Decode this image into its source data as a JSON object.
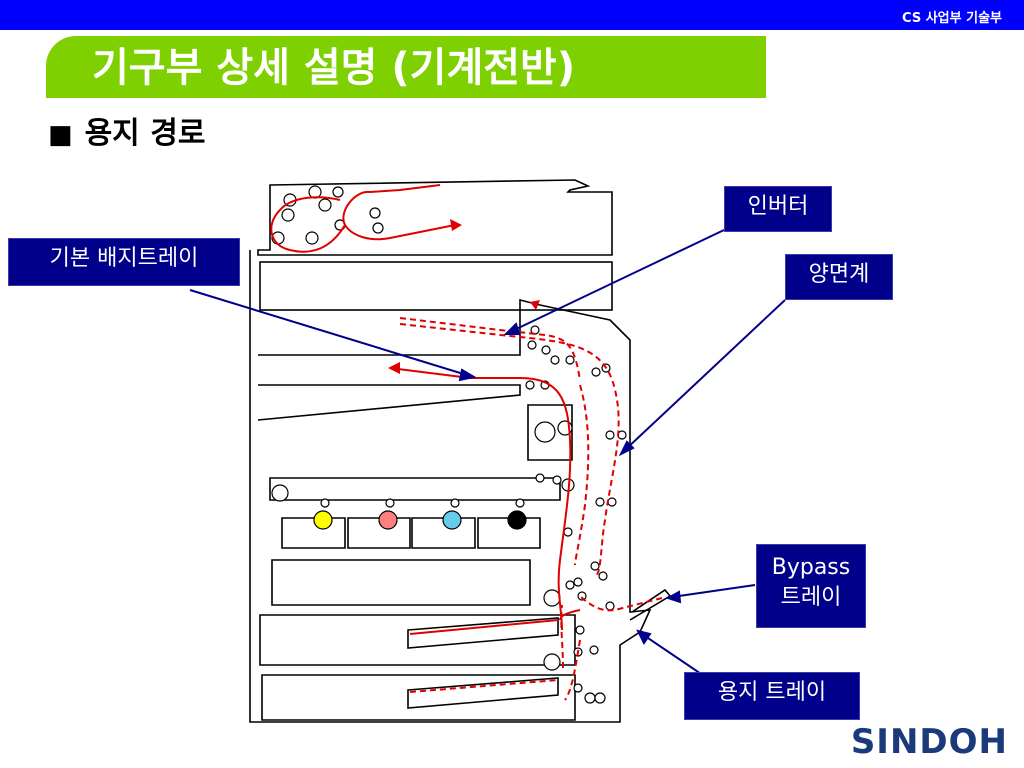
{
  "header": {
    "department": "CS 사업부 기술부"
  },
  "slide": {
    "title": "기구부 상세 설명 (기계전반)",
    "section_bullet": "■",
    "section_title": "용지 경로"
  },
  "labels": {
    "inverter": "인버터",
    "duplex": "양면계",
    "default_exit_tray": "기본 배지트레이",
    "bypass_line1": "Bypass",
    "bypass_line2": "트레이",
    "paper_tray": "용지 트레이"
  },
  "logo": {
    "text": "SINDOH"
  },
  "colors": {
    "header_bg": "#0000ff",
    "title_bg": "#7ed000",
    "label_bg": "#00008b",
    "paper_path": "#e00000",
    "pointer": "#00008b",
    "toner_yellow": "#ffff00",
    "toner_magenta": "#ff8080",
    "toner_cyan": "#66ccee",
    "toner_black": "#000000"
  }
}
